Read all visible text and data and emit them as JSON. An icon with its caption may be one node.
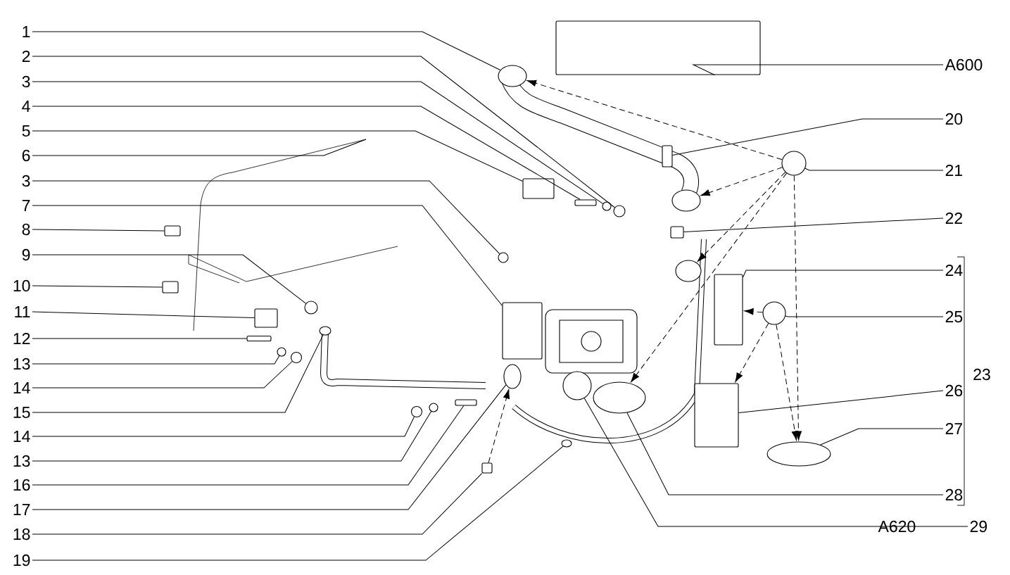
{
  "diagram": {
    "nodes": [
      {
        "text": [
          "1"
        ]
      },
      {
        "text": [
          "2"
        ]
      },
      {
        "text": [
          "3"
        ]
      },
      {
        "text": [
          "4"
        ]
      },
      {
        "text": [
          "5"
        ]
      },
      {
        "text": [
          "6"
        ]
      },
      {
        "text": [
          "3"
        ]
      },
      {
        "text": [
          "7"
        ]
      },
      {
        "text": [
          "8"
        ]
      },
      {
        "text": [
          "9"
        ]
      },
      {
        "text": [
          "10"
        ]
      },
      {
        "text": [
          "11"
        ]
      },
      {
        "text": [
          "12"
        ]
      },
      {
        "text": [
          "13"
        ]
      },
      {
        "text": [
          "14"
        ]
      },
      {
        "text": [
          "15"
        ]
      },
      {
        "text": [
          "14"
        ]
      },
      {
        "text": [
          "13"
        ]
      },
      {
        "text": [
          "16"
        ]
      },
      {
        "text": [
          "17"
        ]
      },
      {
        "text": [
          "18"
        ]
      },
      {
        "text": [
          "19"
        ]
      },
      {
        "text": [
          "A600"
        ]
      },
      {
        "text": [
          "20"
        ]
      },
      {
        "text": [
          "21"
        ]
      },
      {
        "text": [
          "22"
        ]
      },
      {
        "text": [
          "24"
        ]
      },
      {
        "text": [
          "25"
        ]
      },
      {
        "text": [
          "26"
        ]
      },
      {
        "text": [
          "27"
        ]
      },
      {
        "text": [
          "28"
        ]
      },
      {
        "text": [
          "A620"
        ]
      },
      {
        "text": [
          "29"
        ]
      },
      {
        "text": [],
        "shape": "circle"
      },
      {
        "text": [],
        "shape": "circle"
      },
      {
        "text": [],
        "shape": "circle"
      },
      {
        "text": [],
        "shape": "box"
      },
      {
        "text": [],
        "shape": "box"
      },
      {
        "text": [],
        "shape": "circle"
      },
      {
        "text": [],
        "shape": "box"
      },
      {
        "text": [],
        "shape": "box"
      },
      {
        "text": [],
        "shape": "circle"
      },
      {
        "text": [],
        "shape": "box"
      },
      {
        "text": [],
        "shape": "box"
      },
      {
        "text": [],
        "shape": "box"
      },
      {
        "text": [],
        "shape": "circle"
      },
      {
        "text": [],
        "shape": "circle"
      },
      {
        "text": [],
        "shape": "circle"
      },
      {
        "text": [],
        "shape": "circle"
      },
      {
        "text": [],
        "shape": "circle"
      },
      {
        "text": [],
        "shape": "box"
      },
      {
        "text": [],
        "shape": "circle"
      },
      {
        "text": [],
        "shape": "box"
      },
      {
        "text": [],
        "shape": "circle"
      },
      {
        "text": [],
        "shape": "box"
      },
      {
        "text": [],
        "shape": "box"
      },
      {
        "text": [],
        "shape": "circle"
      },
      {
        "text": [],
        "shape": "box"
      },
      {
        "text": [],
        "shape": "box"
      },
      {
        "text": [],
        "shape": "circle"
      },
      {
        "text": [],
        "shape": "box"
      },
      {
        "text": [],
        "shape": "circle"
      },
      {
        "text": [],
        "shape": "circle"
      },
      {
        "text": [],
        "shape": "circle"
      },
      {
        "text": [],
        "shape": "circle"
      },
      {
        "text": [],
        "shape": "circle"
      }
    ],
    "edges": [
      {
        "from": 0,
        "to": 33,
        "arrow": "none"
      },
      {
        "from": 1,
        "to": 34,
        "arrow": "none"
      },
      {
        "from": 2,
        "to": 35,
        "arrow": "none"
      },
      {
        "from": 3,
        "to": 36,
        "arrow": "none"
      },
      {
        "from": 4,
        "to": 37,
        "arrow": "none"
      },
      {
        "from": 5,
        "to": null,
        "arrow": "none"
      },
      {
        "from": 6,
        "to": 38,
        "arrow": "none"
      },
      {
        "from": 7,
        "to": 39,
        "arrow": "none"
      },
      {
        "from": 8,
        "to": 40,
        "arrow": "none"
      },
      {
        "from": 9,
        "to": 41,
        "arrow": "none"
      },
      {
        "from": 10,
        "to": 42,
        "arrow": "none"
      },
      {
        "from": 11,
        "to": 43,
        "arrow": "none"
      },
      {
        "from": 12,
        "to": 44,
        "arrow": "none"
      },
      {
        "from": 13,
        "to": 45,
        "arrow": "none"
      },
      {
        "from": 14,
        "to": 46,
        "arrow": "none"
      },
      {
        "from": 15,
        "to": 47,
        "arrow": "none"
      },
      {
        "from": 16,
        "to": 48,
        "arrow": "none"
      },
      {
        "from": 17,
        "to": 49,
        "arrow": "none"
      },
      {
        "from": 18,
        "to": 50,
        "arrow": "none"
      },
      {
        "from": 19,
        "to": 51,
        "arrow": "none"
      },
      {
        "from": 20,
        "to": 52,
        "arrow": "none"
      },
      {
        "from": 21,
        "to": 53,
        "arrow": "none"
      },
      {
        "from": 22,
        "to": 54,
        "arrow": "none"
      },
      {
        "from": 23,
        "to": 55,
        "arrow": "none"
      },
      {
        "from": 24,
        "to": 56,
        "arrow": "none"
      },
      {
        "from": 25,
        "to": 57,
        "arrow": "none"
      },
      {
        "from": 26,
        "to": 58,
        "arrow": "none"
      },
      {
        "from": 27,
        "to": 59,
        "arrow": "none"
      },
      {
        "from": 28,
        "to": 60,
        "arrow": "none"
      },
      {
        "from": 29,
        "to": 61,
        "arrow": "none"
      },
      {
        "from": 30,
        "to": 62,
        "arrow": "none"
      },
      {
        "from": 31,
        "to": 63,
        "arrow": "none"
      },
      {
        "from": 31,
        "to": 32,
        "arrow": "none"
      },
      {
        "from": 56,
        "to": 33,
        "arrow": "to",
        "style": "dashed"
      },
      {
        "from": 56,
        "to": 64,
        "arrow": "to",
        "style": "dashed"
      },
      {
        "from": 56,
        "to": 65,
        "arrow": "to",
        "style": "dashed"
      },
      {
        "from": 56,
        "to": 62,
        "arrow": "to",
        "style": "dashed"
      },
      {
        "from": 56,
        "to": 61,
        "arrow": "to",
        "style": "dashed"
      },
      {
        "from": 59,
        "to": 58,
        "arrow": "to",
        "style": "dashed"
      },
      {
        "from": 59,
        "to": 60,
        "arrow": "to",
        "style": "dashed"
      },
      {
        "from": 59,
        "to": 61,
        "arrow": "to",
        "style": "dashed"
      },
      {
        "from": 52,
        "to": 51,
        "arrow": "to",
        "style": "dashed"
      }
    ],
    "labels": [
      "23"
    ]
  }
}
